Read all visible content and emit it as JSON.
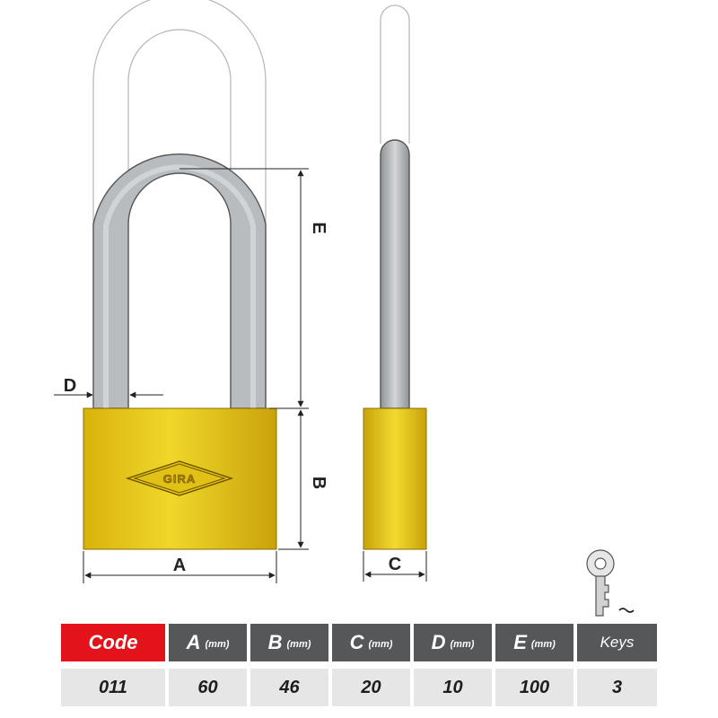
{
  "drawing": {
    "brand": "GIRA",
    "dimension_labels": {
      "a": "A",
      "b": "B",
      "c": "C",
      "d": "D",
      "e": "E"
    },
    "colors": {
      "body": "#e6c511",
      "body_dark": "#c9a40a",
      "shackle": "#b9bcbf",
      "outline": "#555555"
    }
  },
  "table": {
    "headers": [
      {
        "label": "Code",
        "unit": ""
      },
      {
        "label": "A",
        "unit": "(mm)"
      },
      {
        "label": "B",
        "unit": "(mm)"
      },
      {
        "label": "C",
        "unit": "(mm)"
      },
      {
        "label": "D",
        "unit": "(mm)"
      },
      {
        "label": "E",
        "unit": "(mm)"
      },
      {
        "label": "Keys",
        "unit": ""
      }
    ],
    "values": [
      "011",
      "60",
      "46",
      "20",
      "10",
      "100",
      "3"
    ],
    "colors": {
      "code_header": "#e3131b",
      "header": "#555759",
      "value_bg": "#e6e6e6"
    }
  }
}
